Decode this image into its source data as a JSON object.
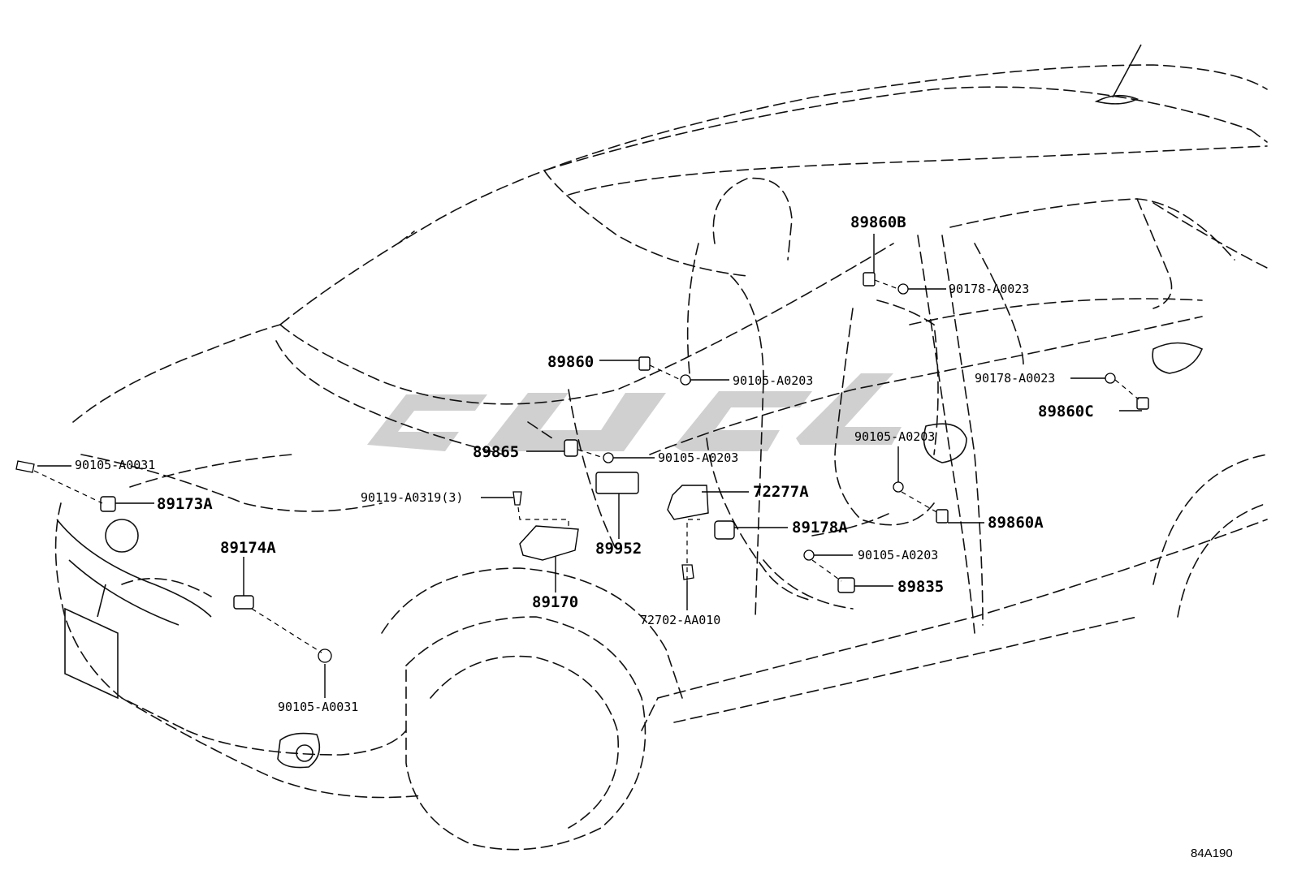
{
  "callouts": {
    "p89860B": "89860B",
    "p90178_a": "90178-A0023",
    "p89860": "89860",
    "p90105_A0203_a": "90105-A0203",
    "p90178_b": "90178-A0023",
    "p89860C": "89860C",
    "p90105_A0203_b": "90105-A0203",
    "p89865": "89865",
    "p90105_A0203_c": "90105-A0203",
    "p90105_A0031_a": "90105-A0031",
    "p89173A": "89173A",
    "p90119": "90119-A0319(3)",
    "p72277A": "72277A",
    "p89860A": "89860A",
    "p89178A": "89178A",
    "p89952": "89952",
    "p89174A": "89174A",
    "p90105_A0203_d": "90105-A0203",
    "p89835": "89835",
    "p89170": "89170",
    "p72702": "72702-AA010",
    "p90105_A0031_b": "90105-A0031"
  },
  "diagram_code": "84A190",
  "icons": {
    "watermark": "watermark-logo"
  }
}
